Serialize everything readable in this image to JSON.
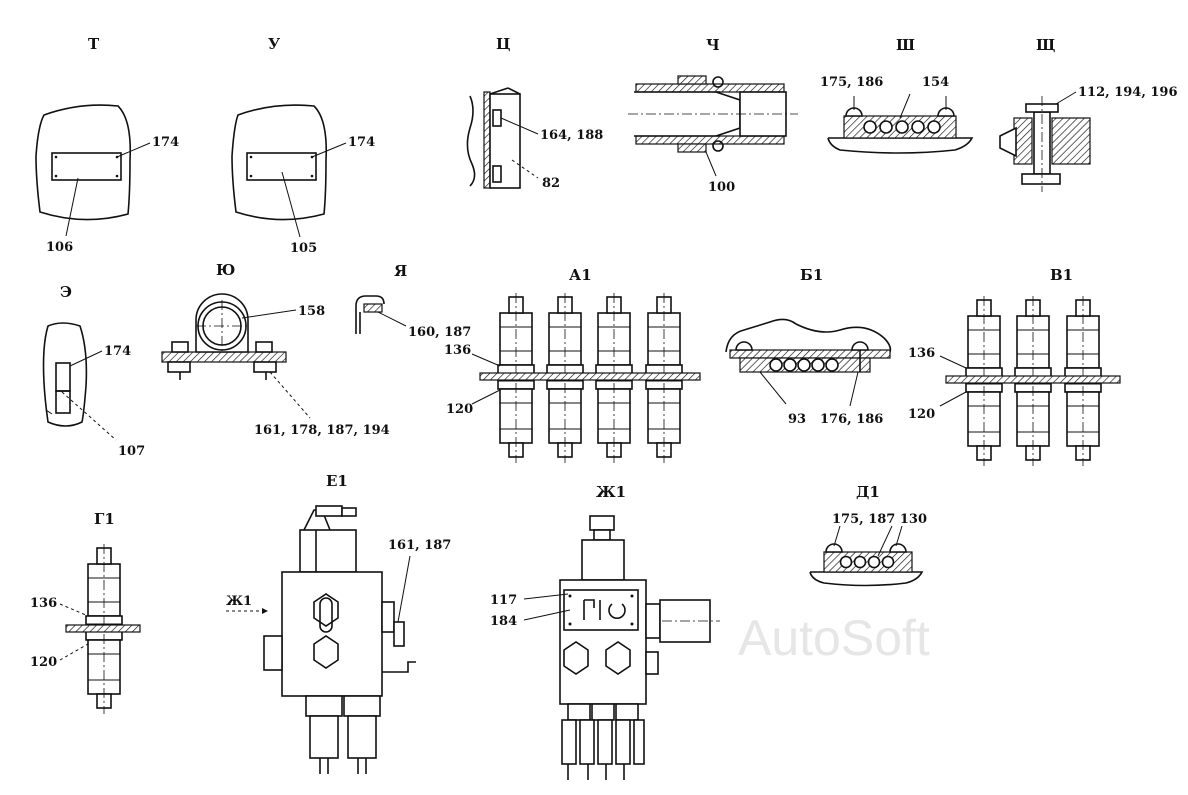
{
  "views": {
    "t": {
      "title": "Т",
      "callouts": [
        "174",
        "106"
      ]
    },
    "u": {
      "title": "У",
      "callouts": [
        "174",
        "105"
      ]
    },
    "ts": {
      "title": "Ц",
      "callouts": [
        "164, 188",
        "82"
      ]
    },
    "ch": {
      "title": "Ч",
      "callouts": [
        "100"
      ]
    },
    "sh": {
      "title": "Ш",
      "callouts": [
        "175, 186",
        "154"
      ]
    },
    "shch": {
      "title": "Щ",
      "callouts": [
        "112, 194, 196"
      ]
    },
    "e": {
      "title": "Э",
      "callouts": [
        "174",
        "107"
      ]
    },
    "yu": {
      "title": "Ю",
      "callouts": [
        "158",
        "161, 178, 187, 194"
      ]
    },
    "ya": {
      "title": "Я",
      "callouts": [
        "160, 187"
      ]
    },
    "a1": {
      "title": "А1",
      "callouts": [
        "136",
        "120"
      ]
    },
    "b1": {
      "title": "Б1",
      "callouts": [
        "93",
        "176, 186"
      ]
    },
    "v1": {
      "title": "В1",
      "callouts": [
        "136",
        "120"
      ]
    },
    "g1": {
      "title": "Г1",
      "callouts": [
        "136",
        "120"
      ]
    },
    "e1": {
      "title": "Е1",
      "callouts": [
        "161, 187",
        "Ж1"
      ]
    },
    "zh1": {
      "title": "Ж1",
      "callouts": [
        "117",
        "184"
      ]
    },
    "d1": {
      "title": "Д1",
      "callouts": [
        "175, 187 130"
      ]
    }
  },
  "watermark": "AutoSoft"
}
